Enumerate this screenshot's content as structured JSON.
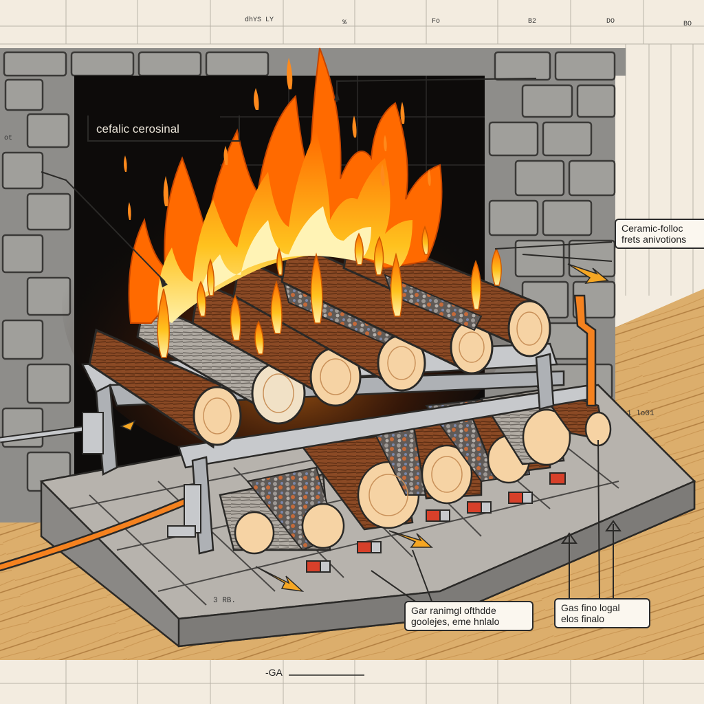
{
  "labels": {
    "top_left": "cefalic cerosinal",
    "right": [
      "Ceramic-folloc",
      "frets anivotions"
    ],
    "bottom_left": [
      "Gar ranimgl ofthdde",
      "goolejes, eme hnlalo"
    ],
    "bottom_right": [
      "Gas fino logal",
      "elos finalo"
    ],
    "footer": "-GA",
    "left_side_mark": "ot",
    "side_mark": "1 lo01",
    "base_mark": "3 RB.",
    "header_ticks": [
      "dhYS LY",
      "%",
      "Fo",
      "B2",
      "DO",
      "BO"
    ]
  },
  "colors": {
    "paper": "#f3ece0",
    "brick": "#8e8d8a",
    "firebox": "#0d0b0a",
    "flame_outer": "#ff7a00",
    "flame_inner": "#ffd23a",
    "wood_bark": "#8b4a25",
    "wood_end": "#f6d3a4",
    "grate": "#c7c9cc",
    "floor": "#d9a867",
    "pipe": "#f5821f"
  }
}
